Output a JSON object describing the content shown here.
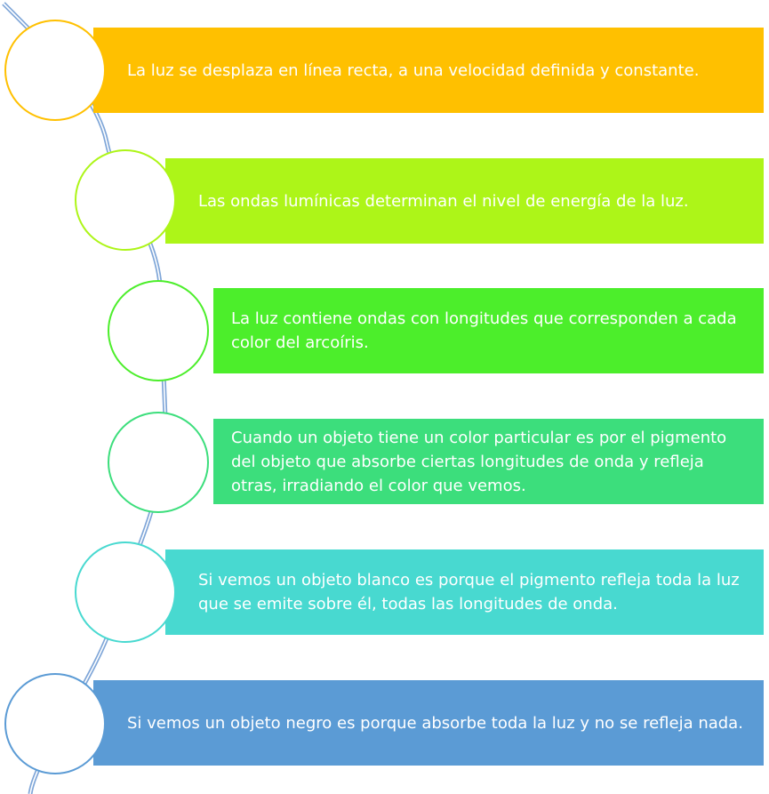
{
  "items": [
    {
      "text": "La luz se desplaza en línea recta, a una velocidad definida y constante.",
      "color": "#FFC000"
    },
    {
      "text": "Las ondas lumínicas determinan el nivel de energía de la luz.",
      "color": "#ADF518"
    },
    {
      "text": "La luz contiene ondas con longitudes que corresponden a cada color del arcoíris.",
      "color": "#4CEE2B"
    },
    {
      "text": "Cuando un objeto tiene un color particular es por el pigmento del objeto que absorbe ciertas longitudes de onda y refleja otras, irradiando el color que vemos.",
      "color": "#3CDE7C"
    },
    {
      "text": "Si vemos un objeto blanco es porque el pigmento refleja toda la luz que se emite sobre él, todas las longitudes de onda.",
      "color": "#48D9D0"
    },
    {
      "text": "Si vemos un objeto negro es porque absorbe toda la luz y no se refleja nada.",
      "color": "#5B9BD5"
    }
  ],
  "connector_color": "#7FA6D8"
}
